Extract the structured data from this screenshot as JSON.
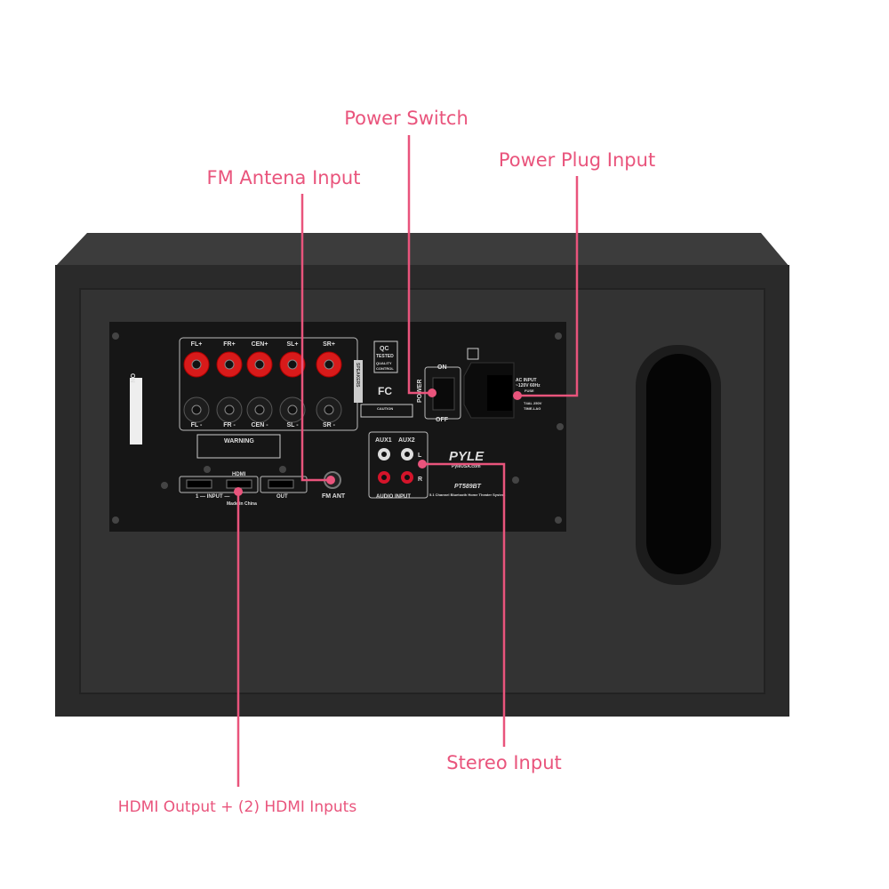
{
  "callouts": {
    "power_switch": "Power Switch",
    "power_plug": "Power Plug Input",
    "fm_antenna": "FM Antena Input",
    "stereo": "Stereo Input",
    "hdmi": "HDMI Output + (2) HDMI Inputs"
  },
  "panel": {
    "speaker_plus": [
      "FL+",
      "FR+",
      "CEN+",
      "SL+",
      "SR+"
    ],
    "speaker_minus": [
      "FL -",
      "FR -",
      "CEN -",
      "SL -",
      "SR -"
    ],
    "speakers_tag": "SPEAKERS",
    "warning": "WARNING",
    "hdmi_tag": "HDMI",
    "hdmi_input": "1 — INPUT —",
    "hdmi_out": "OUT",
    "made_in": "Made in China",
    "fm_ant": "FM ANT",
    "qc": "QC",
    "qc_tested": "TESTED",
    "qc_quality": "QUALITY",
    "qc_control": "CONTROL",
    "fcc": "FC",
    "caution": "CAUTION",
    "power": "POWER",
    "on": "ON",
    "off": "OFF",
    "ac_input": "AC INPUT",
    "ac_volt": "~120V 60Hz",
    "fuse": "FUSE",
    "fuse_rating": "T4AL 250V",
    "fuse_type": "TIME-LAG",
    "aux1": "AUX1",
    "aux2": "AUX2",
    "l": "L",
    "r": "R",
    "audio_input": "AUDIO INPUT",
    "brand": "PYLE",
    "website": "PyleUSA.com",
    "model": "PT589BT",
    "description": "5.1 Channel Bluetooth Home Theater System",
    "serial_on": "ON"
  },
  "colors": {
    "accent": "#e9547c",
    "cabinet": "#2b2b2b",
    "panel": "#161616"
  }
}
